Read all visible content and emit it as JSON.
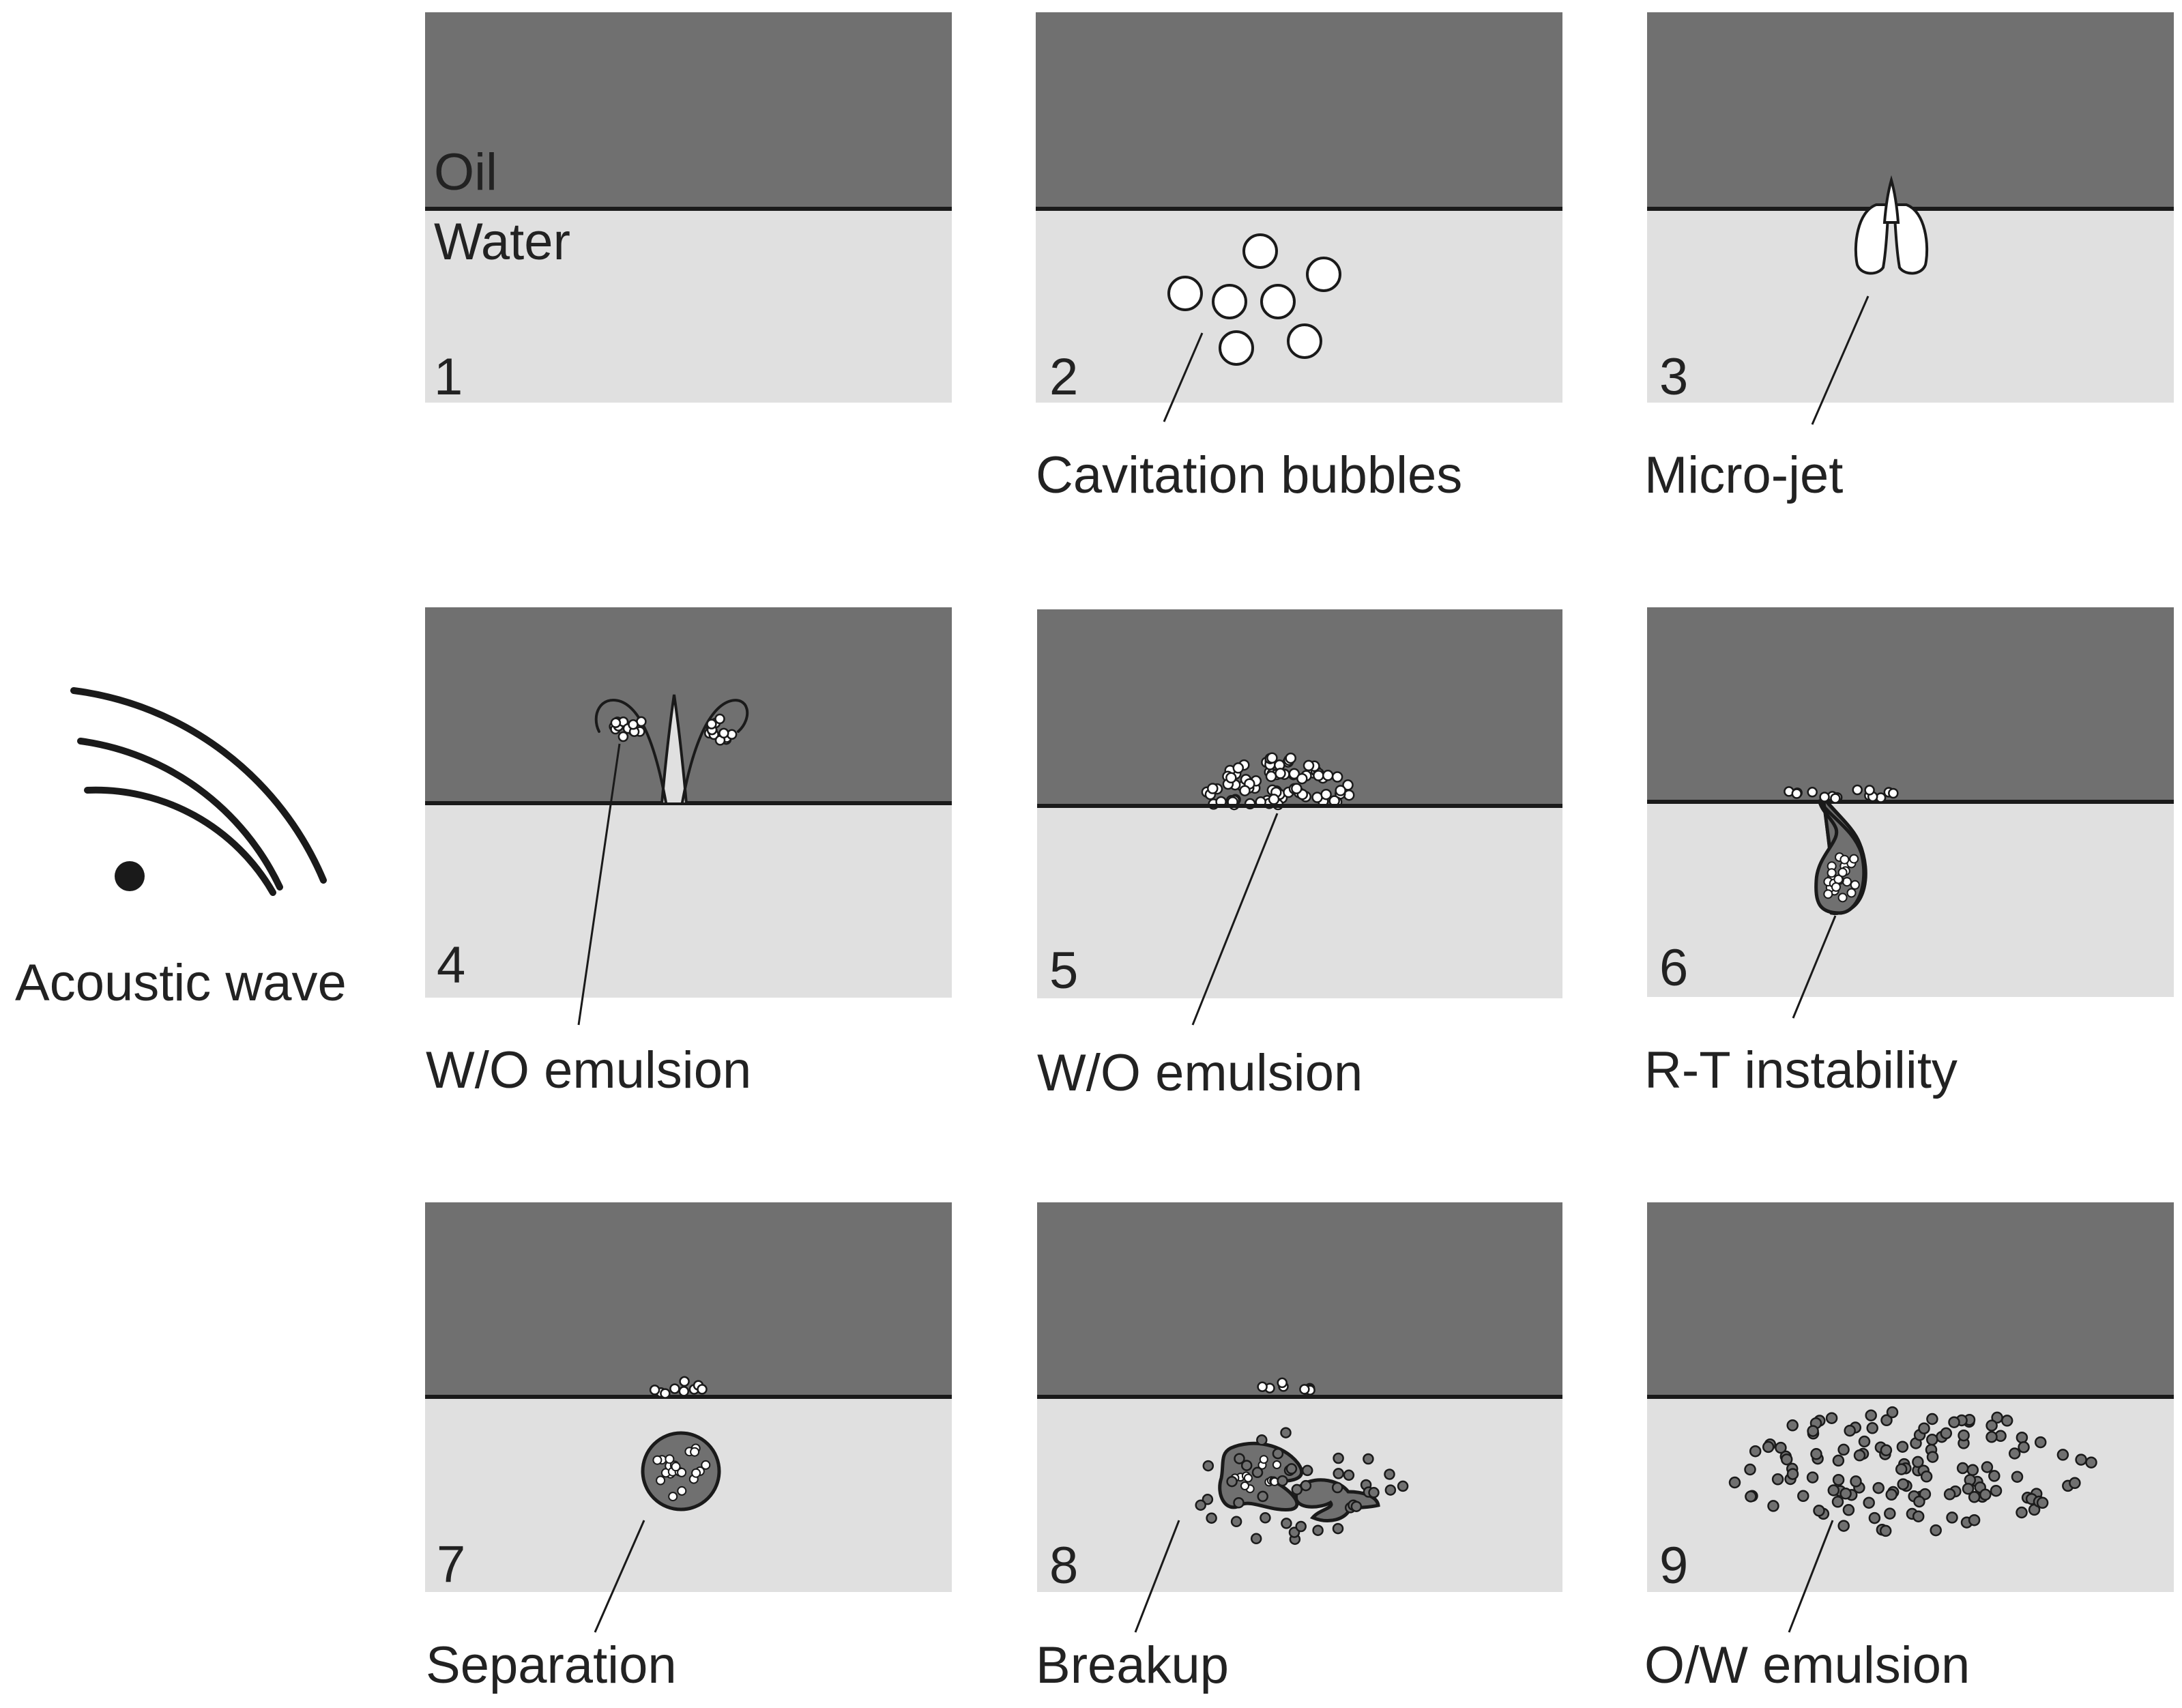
{
  "labels": {
    "oil": "Oil",
    "water": "Water",
    "acoustic_wave": "Acoustic wave"
  },
  "panels": [
    {
      "number": "1",
      "caption": ""
    },
    {
      "number": "2",
      "caption": "Cavitation bubbles"
    },
    {
      "number": "3",
      "caption": "Micro-jet"
    },
    {
      "number": "4",
      "caption": "W/O emulsion"
    },
    {
      "number": "5",
      "caption": "W/O emulsion"
    },
    {
      "number": "6",
      "caption": "R-T instability"
    },
    {
      "number": "7",
      "caption": "Separation"
    },
    {
      "number": "8",
      "caption": "Breakup"
    },
    {
      "number": "9",
      "caption": "O/W emulsion"
    }
  ],
  "colors": {
    "oil": "#707070",
    "water": "#e0e0e0",
    "line": "#1a1a1a",
    "bubble": "#ffffff"
  }
}
